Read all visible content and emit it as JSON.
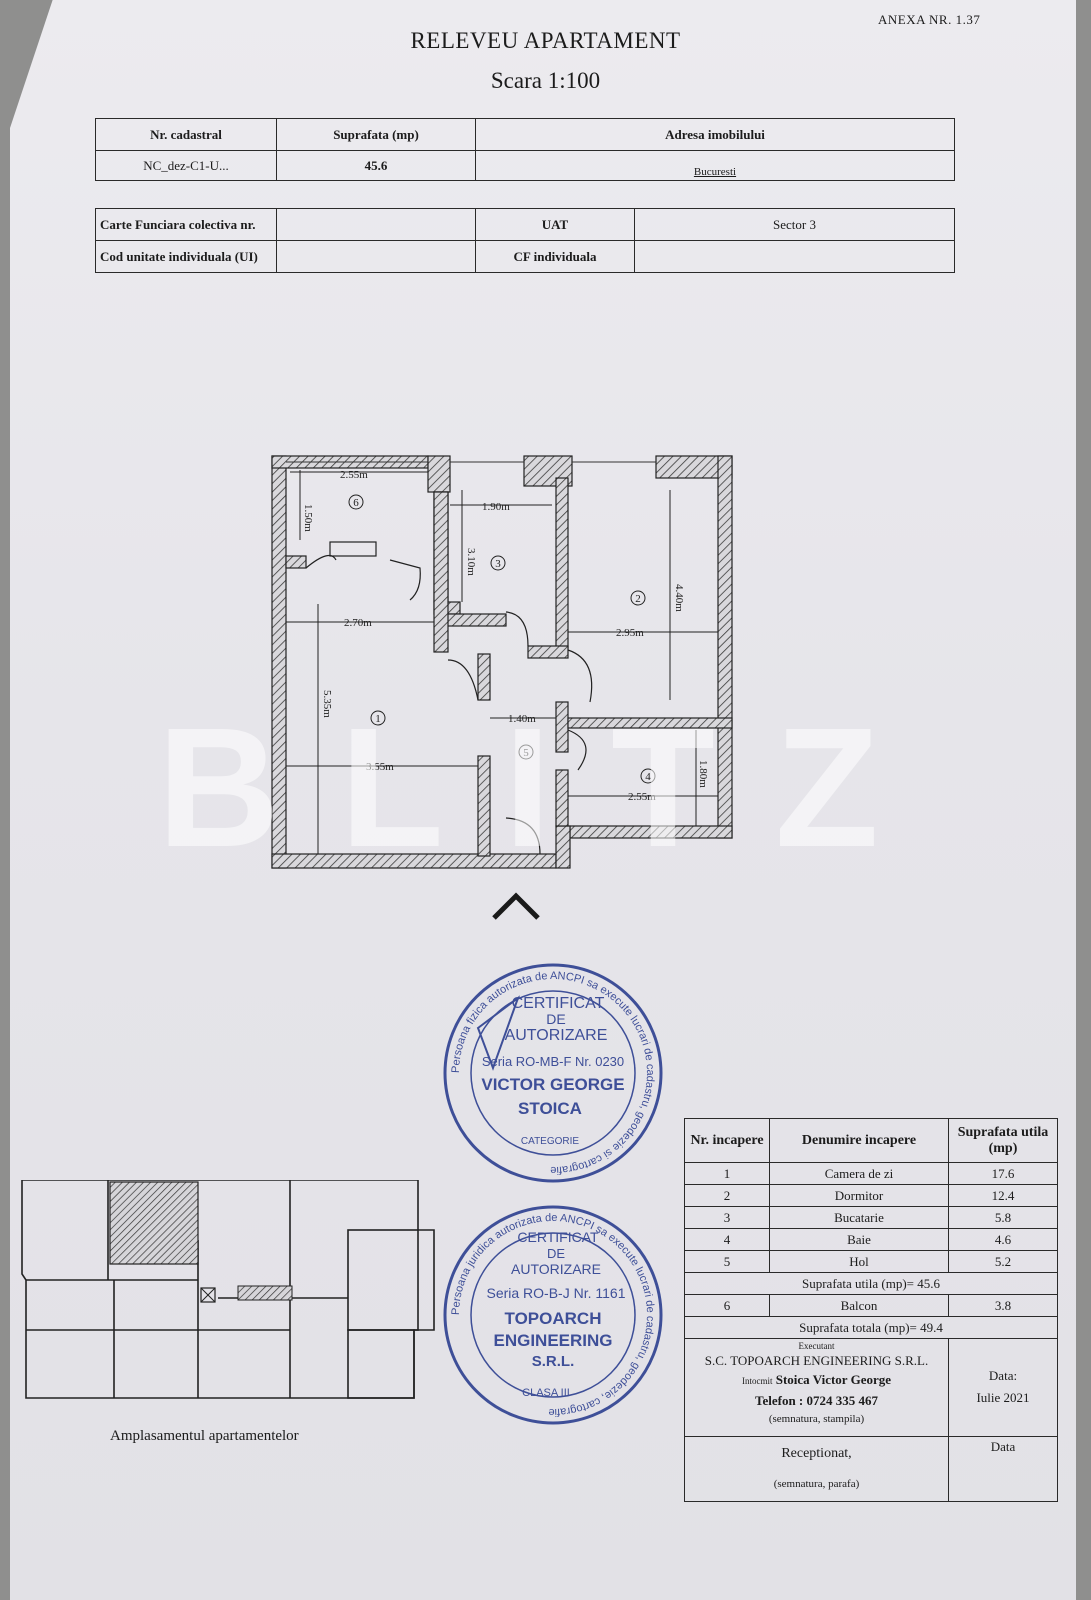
{
  "header": {
    "annex": "ANEXA NR. 1.37",
    "title": "RELEVEU APARTAMENT",
    "scale": "Scara 1:100"
  },
  "cadastral_table": {
    "col1_header": "Nr. cadastral",
    "col2_header": "Suprafata (mp)",
    "col3_header": "Adresa imobilului",
    "cadastral_number": "NC_dez-C1-U...",
    "area": "45.6",
    "address_city": "Bucuresti"
  },
  "cf_table": {
    "carte_funciara_label": "Carte Funciara colectiva nr.",
    "uat_label": "UAT",
    "uat_value": "Sector 3",
    "cod_unitate_label": "Cod unitate individuala (UI)",
    "cf_individuala_label": "CF individuala"
  },
  "floor_plan": {
    "dimensions": {
      "balcony_width": "2.55m",
      "balcony_depth": "1.50m",
      "kitchen_width": "1.90m",
      "kitchen_depth": "3.10m",
      "bedroom_depth": "4.40m",
      "living_upper_width": "2.70m",
      "bedroom_width": "2.95m",
      "living_depth": "5.35m",
      "hall_width": "1.40m",
      "living_lower_width": "3.55m",
      "bath_depth": "1.80m",
      "bath_width": "2.55m"
    },
    "room_numbers": [
      "1",
      "2",
      "3",
      "4",
      "5",
      "6"
    ],
    "entrance_arrow": "^",
    "watermark": "BLITZ"
  },
  "stamps": {
    "stamp1": {
      "ring": "Persoana fizica autorizata de ANCPI sa execute lucrari de cadastru, geodezie si cartografie",
      "line1": "CERTIFICAT",
      "line2": "DE",
      "line3": "AUTORIZARE",
      "line4": "Seria RO-MB-F Nr. 0230",
      "line5": "VICTOR GEORGE",
      "line6": "STOICA",
      "line7": "CATEGORIE"
    },
    "stamp2": {
      "ring": "Persoana juridica autorizata de ANCPI sa execute lucrari de cadastru, geodezie, cartografie",
      "line1": "CERTIFICAT",
      "line2": "DE",
      "line3": "AUTORIZARE",
      "line4": "Seria RO-B-J Nr. 1161",
      "line5": "TOPOARCH",
      "line6": "ENGINEERING",
      "line7": "S.R.L.",
      "line8": "CLASA III"
    }
  },
  "location_label": "Amplasamentul apartamentelor",
  "rooms_table": {
    "headers": [
      "Nr. incapere",
      "Denumire incapere",
      "Suprafata utila (mp)"
    ],
    "rows": [
      {
        "nr": "1",
        "name": "Camera de zi",
        "area": "17.6"
      },
      {
        "nr": "2",
        "name": "Dormitor",
        "area": "12.4"
      },
      {
        "nr": "3",
        "name": "Bucatarie",
        "area": "5.8"
      },
      {
        "nr": "4",
        "name": "Baie",
        "area": "4.6"
      },
      {
        "nr": "5",
        "name": "Hol",
        "area": "5.2"
      }
    ],
    "subtotal": "Suprafata utila (mp)= 45.6",
    "balcony": {
      "nr": "6",
      "name": "Balcon",
      "area": "3.8"
    },
    "total": "Suprafata totala (mp)= 49.4",
    "executant_label": "Executant",
    "company": "S.C. TOPOARCH ENGINEERING S.R.L.",
    "intocmit_label": "Intocmit",
    "author": "Stoica Victor George",
    "phone": "Telefon : 0724 335 467",
    "signature_note": "(semnatura, stampila)",
    "date_label": "Data:",
    "date_value": "Iulie 2021",
    "received_label": "Receptionat,",
    "received_note": "(semnatura, parafa)",
    "received_date_label": "Data"
  }
}
